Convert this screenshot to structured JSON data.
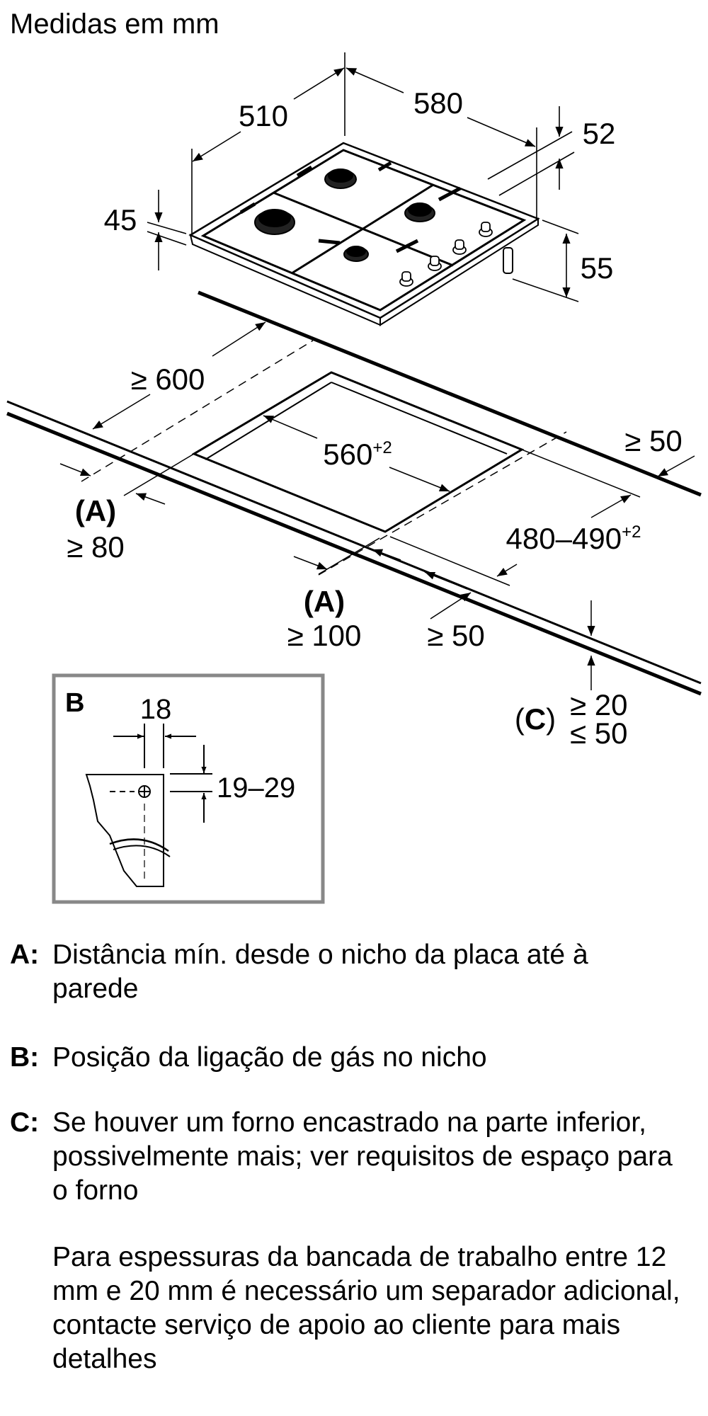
{
  "title": "Medidas em mm",
  "dimensions": {
    "depth": "510",
    "width": "580",
    "d52": "52",
    "d45": "45",
    "d55": "55",
    "min600": "≥ 600",
    "cutout_width": "560",
    "cutout_width_tol": "+2",
    "cutout_depth": "480–490",
    "cutout_depth_tol": "+2",
    "back_min": "≥ 50",
    "a_left_label": "(A)",
    "a_left_value": "≥ 80",
    "a_front_label": "(A)",
    "a_front_value": "≥ 100",
    "front_min": "≥ 50",
    "c_label": "C",
    "c_min": "≥ 20",
    "c_max": "≤ 50"
  },
  "detail_b": {
    "label": "B",
    "offset": "18",
    "height": "19–29"
  },
  "legend": [
    {
      "key": "A:",
      "text": "Distância mín. desde o nicho da placa até à parede"
    },
    {
      "key": "B:",
      "text": "Posição da ligação de gás no nicho"
    },
    {
      "key": "C:",
      "text": "Se houver um forno encastrado na parte inferior, possivelmente mais; ver requisitos de espaço para o forno"
    }
  ],
  "note": "Para espessuras da bancada de trabalho entre 12 mm e 20 mm é necessário um separador adicional, contacte serviço de apoio ao cliente para mais detalhes"
}
